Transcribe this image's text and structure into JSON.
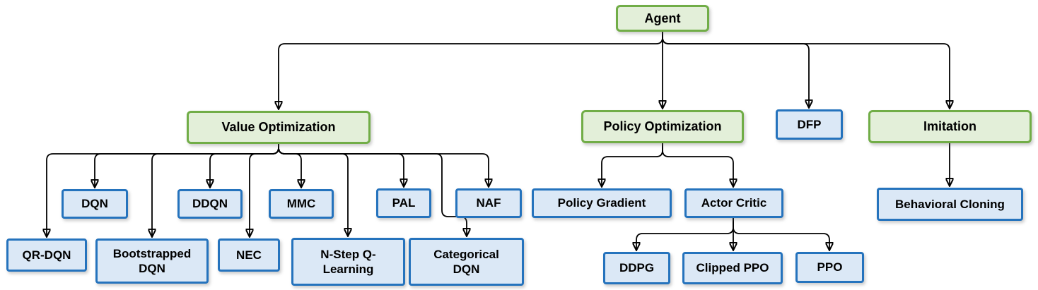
{
  "diagram": {
    "type": "tree",
    "colors": {
      "green_fill": "#e3efd9",
      "green_border": "#71ad47",
      "blue_fill": "#dbe8f6",
      "blue_border": "#2573bd",
      "line_color": "#000000",
      "text_color": "#000000",
      "bg": "#ffffff"
    },
    "nodes": {
      "agent": {
        "label": "Agent",
        "type": "green"
      },
      "value_optimization": {
        "label": "Value Optimization",
        "type": "green"
      },
      "policy_optimization": {
        "label": "Policy Optimization",
        "type": "green"
      },
      "dfp": {
        "label": "DFP",
        "type": "blue"
      },
      "imitation": {
        "label": "Imitation",
        "type": "green"
      },
      "dqn": {
        "label": "DQN",
        "type": "blue"
      },
      "ddqn": {
        "label": "DDQN",
        "type": "blue"
      },
      "mmc": {
        "label": "MMC",
        "type": "blue"
      },
      "pal": {
        "label": "PAL",
        "type": "blue"
      },
      "naf": {
        "label": "NAF",
        "type": "blue"
      },
      "qr_dqn": {
        "label": "QR-DQN",
        "type": "blue"
      },
      "bootstrapped_dqn": {
        "label": "Bootstrapped DQN",
        "type": "blue"
      },
      "nec": {
        "label": "NEC",
        "type": "blue"
      },
      "n_step_q_learning": {
        "label": "N-Step Q-Learning",
        "type": "blue"
      },
      "categorical_dqn": {
        "label": "Categorical DQN",
        "type": "blue"
      },
      "policy_gradient": {
        "label": "Policy Gradient",
        "type": "blue"
      },
      "actor_critic": {
        "label": "Actor Critic",
        "type": "blue"
      },
      "ddpg": {
        "label": "DDPG",
        "type": "blue"
      },
      "clipped_ppo": {
        "label": "Clipped PPO",
        "type": "blue"
      },
      "ppo": {
        "label": "PPO",
        "type": "blue"
      },
      "behavioral_cloning": {
        "label": "Behavioral Cloning",
        "type": "blue"
      }
    },
    "edges": [
      [
        "agent",
        "value_optimization"
      ],
      [
        "agent",
        "policy_optimization"
      ],
      [
        "agent",
        "dfp"
      ],
      [
        "agent",
        "imitation"
      ],
      [
        "value_optimization",
        "dqn"
      ],
      [
        "value_optimization",
        "ddqn"
      ],
      [
        "value_optimization",
        "mmc"
      ],
      [
        "value_optimization",
        "pal"
      ],
      [
        "value_optimization",
        "naf"
      ],
      [
        "value_optimization",
        "qr_dqn"
      ],
      [
        "value_optimization",
        "bootstrapped_dqn"
      ],
      [
        "value_optimization",
        "nec"
      ],
      [
        "value_optimization",
        "n_step_q_learning"
      ],
      [
        "value_optimization",
        "categorical_dqn"
      ],
      [
        "policy_optimization",
        "policy_gradient"
      ],
      [
        "policy_optimization",
        "actor_critic"
      ],
      [
        "actor_critic",
        "ddpg"
      ],
      [
        "actor_critic",
        "clipped_ppo"
      ],
      [
        "actor_critic",
        "ppo"
      ],
      [
        "imitation",
        "behavioral_cloning"
      ]
    ]
  }
}
